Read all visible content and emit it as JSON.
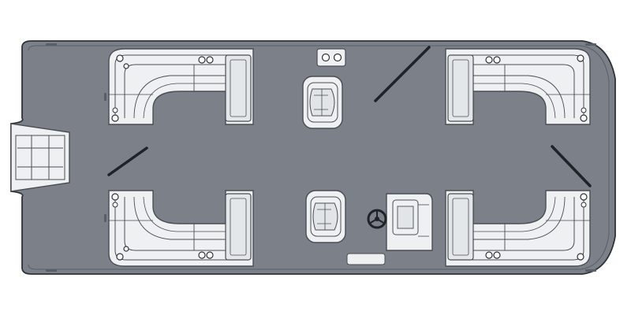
{
  "diagram": {
    "kind": "pontoon-boat-floor-plan",
    "view": "top-down",
    "colors": {
      "background": "#ffffff",
      "deck": "#7b8089",
      "deck_edge": "#5a5f66",
      "rail": "#2f3338",
      "upholstery": "#eef0f2",
      "upholstery_line": "#4a4e54",
      "gate": "#1f2226"
    },
    "components": [
      {
        "id": "bow-lounge-port",
        "kind": "curved-sofa"
      },
      {
        "id": "bow-lounge-starboard",
        "kind": "curved-sofa"
      },
      {
        "id": "stern-lounge-port",
        "kind": "curved-sofa"
      },
      {
        "id": "stern-lounge-starboard",
        "kind": "curved-sofa"
      },
      {
        "id": "captain-chair",
        "kind": "swivel-seat"
      },
      {
        "id": "helm-chair",
        "kind": "swivel-seat"
      },
      {
        "id": "helm-console",
        "kind": "console",
        "icon": "steering-wheel-icon"
      },
      {
        "id": "stern-boarding-ladder",
        "kind": "ladder"
      },
      {
        "id": "cup-holders",
        "kind": "cup-holder",
        "count": 16
      },
      {
        "id": "entry-gates",
        "kind": "gate",
        "count": 4
      }
    ]
  }
}
